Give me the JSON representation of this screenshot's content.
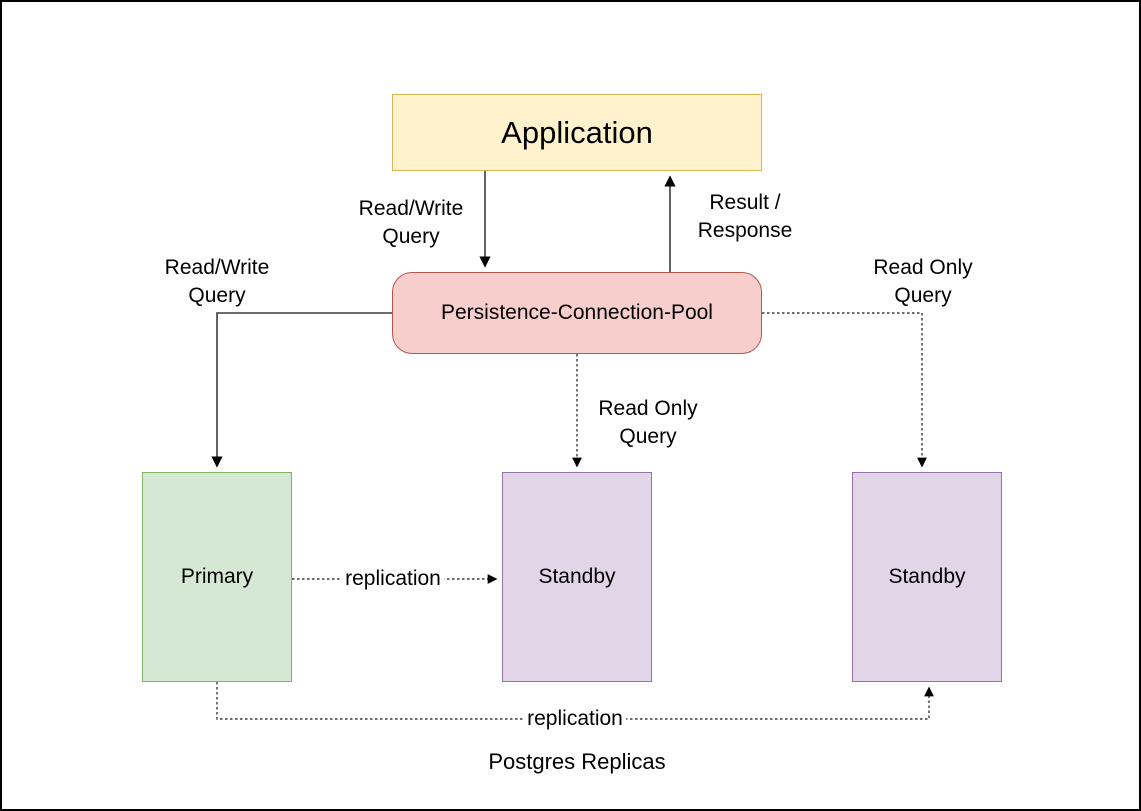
{
  "diagram": {
    "nodes": {
      "application": {
        "label": "Application",
        "fill": "#fff2cc",
        "stroke": "#d6b656"
      },
      "pool": {
        "label": "Persistence-Connection-Pool",
        "fill": "#f8cecc",
        "stroke": "#b85450"
      },
      "primary": {
        "label": "Primary",
        "fill": "#d5e8d4",
        "stroke": "#82b366"
      },
      "standby_mid": {
        "label": "Standby",
        "fill": "#e1d5e7",
        "stroke": "#9673a6"
      },
      "standby_right": {
        "label": "Standby",
        "fill": "#e1d5e7",
        "stroke": "#9673a6"
      }
    },
    "edge_labels": {
      "app_to_pool": "Read/Write\nQuery",
      "pool_to_app": "Result /\nResponse",
      "pool_to_primary": "Read/Write\nQuery",
      "pool_to_standby_mid": "Read Only\nQuery",
      "pool_to_standby_right": "Read Only\nQuery",
      "primary_to_standby_mid": "replication",
      "primary_to_standby_right": "replication"
    },
    "caption": "Postgres Replicas",
    "colors": {
      "line": "#3b3b3b",
      "arrowhead": "#000000",
      "background": "#ffffff",
      "frame": "#000000"
    }
  }
}
